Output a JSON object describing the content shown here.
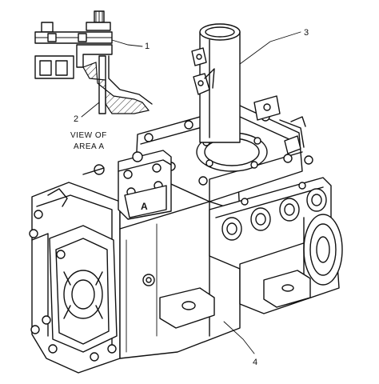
{
  "figure": {
    "callouts": [
      {
        "id": "1",
        "label": "1"
      },
      {
        "id": "2",
        "label": "2"
      },
      {
        "id": "3",
        "label": "3"
      },
      {
        "id": "4",
        "label": "4"
      }
    ],
    "inset_caption_line1": "VIEW OF",
    "inset_caption_line2": "AREA A",
    "area_marker": "A"
  },
  "colors": {
    "ink": "#111111",
    "background": "#ffffff",
    "shade": "#d9d9d9"
  }
}
